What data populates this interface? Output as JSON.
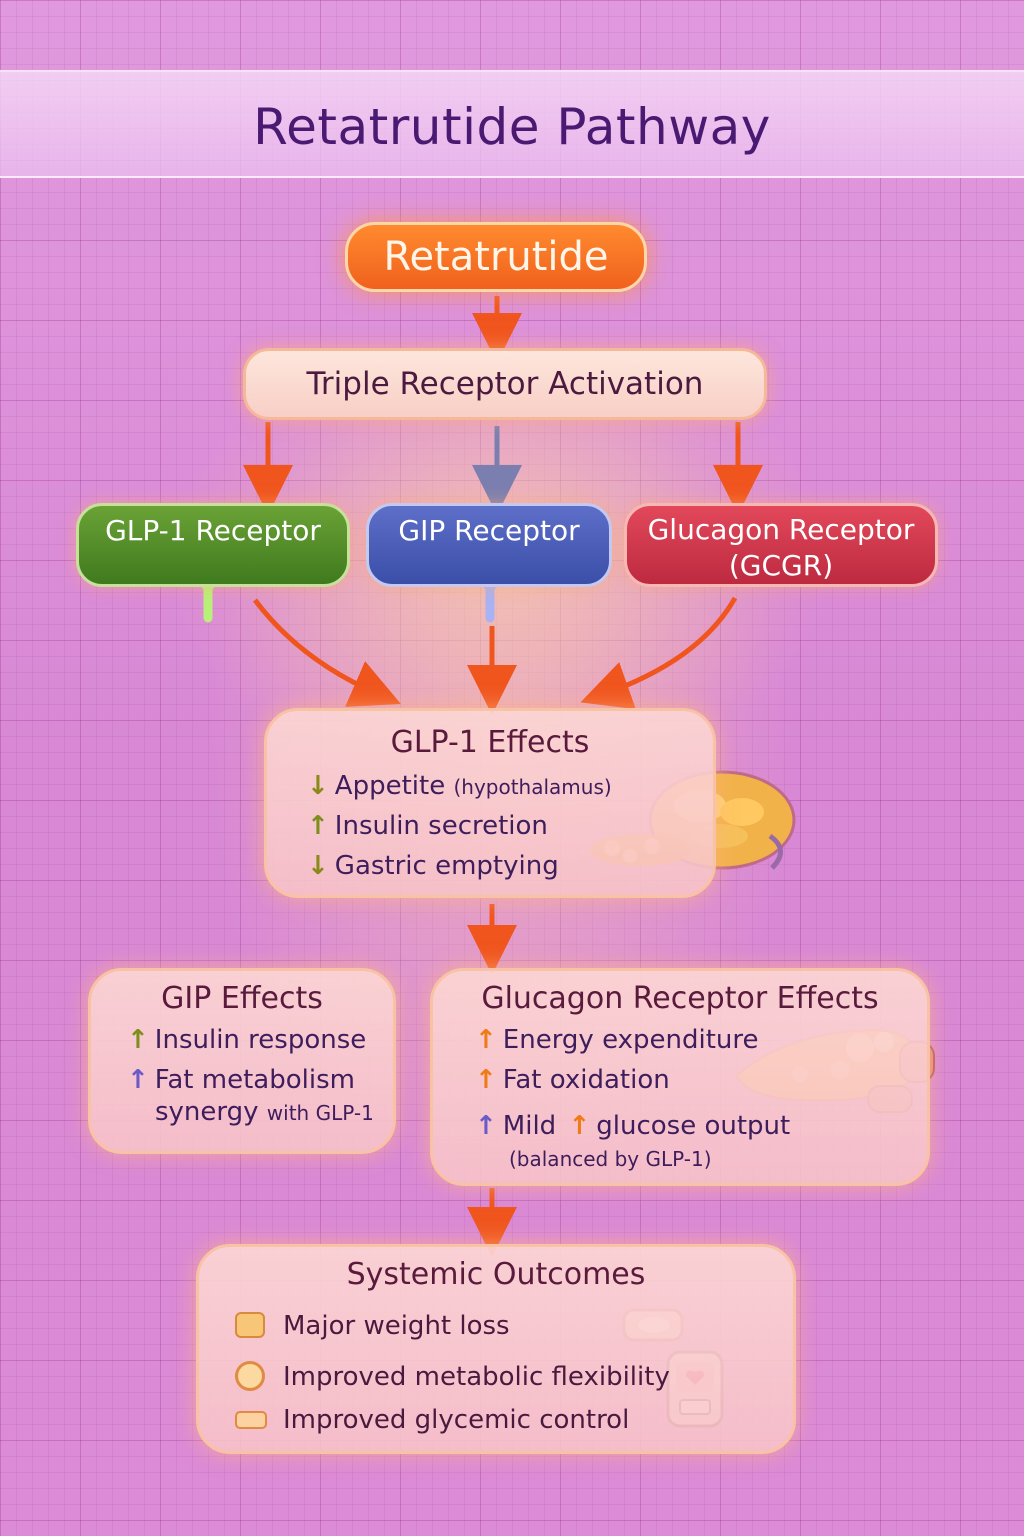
{
  "title": "Retatrutide Pathway",
  "drug": "Retatrutide",
  "activation": "Triple Receptor Activation",
  "receptors": {
    "glp1": "GLP-1 Receptor",
    "gip": "GIP Receptor",
    "gcgr_line1": "Glucagon Receptor",
    "gcgr_line2": "(GCGR)"
  },
  "glp1_effects": {
    "title": "GLP-1 Effects",
    "items": [
      {
        "arrow": "↓",
        "text": "Appetite",
        "note": "(hypothalamus)"
      },
      {
        "arrow": "↑",
        "text": "Insulin secretion"
      },
      {
        "arrow": "↓",
        "text": "Gastric emptying"
      }
    ]
  },
  "gip_effects": {
    "title": "GIP Effects",
    "items": [
      {
        "arrow": "↑",
        "text": "Insulin response"
      },
      {
        "arrow": "↑",
        "text": "Fat metabolism"
      }
    ],
    "synergy_text": "synergy",
    "synergy_note": "with GLP-1"
  },
  "gcgr_effects": {
    "title": "Glucagon Receptor Effects",
    "items": [
      {
        "arrow": "↑",
        "text": "Energy expenditure"
      },
      {
        "arrow": "↑",
        "text": "Fat oxidation"
      }
    ],
    "mild_arrow": "↑",
    "mild_text": "Mild",
    "mild_arrow2": "↑",
    "mild_text2": "glucose output",
    "mild_note": "(balanced by GLP-1)"
  },
  "outcomes": {
    "title": "Systemic Outcomes",
    "items": [
      {
        "icon": "jar-icon",
        "text": "Major weight loss"
      },
      {
        "icon": "cell-icon",
        "text": "Improved metabolic flexibility"
      },
      {
        "icon": "strip-icon",
        "text": "Improved glycemic control"
      }
    ]
  },
  "colors": {
    "background": "#d98ad6",
    "title": "#4a1a72",
    "drug": "#f0611e",
    "glp1": "#4f8a26",
    "gip": "#4a5cb8",
    "gcgr": "#cc3348",
    "arrow": "#f0551e"
  }
}
